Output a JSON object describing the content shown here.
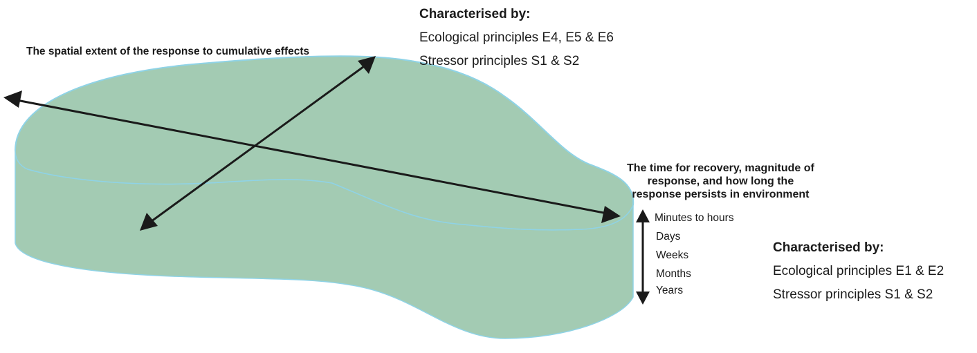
{
  "spatial_axis_label": "The spatial extent of the response to cumulative effects",
  "characterised_top": {
    "heading": "Characterised by:",
    "lines": [
      "Ecological principles E4, E5 & E6",
      "Stressor principles S1 & S2"
    ]
  },
  "temporal_axis_label": {
    "lines": [
      "The time for recovery, magnitude of",
      "response, and how long the",
      "response persists in environment"
    ]
  },
  "time_scale": [
    "Minutes to hours",
    "Days",
    "Weeks",
    "Months",
    "Years"
  ],
  "characterised_right": {
    "heading": "Characterised by:",
    "lines": [
      "Ecological principles E1 & E2",
      "Stressor principles S1 & S2"
    ]
  },
  "colors": {
    "shape_fill": "#a3cbb3",
    "shape_outline": "#8fd3e6",
    "arrow": "#1a1a1a"
  }
}
